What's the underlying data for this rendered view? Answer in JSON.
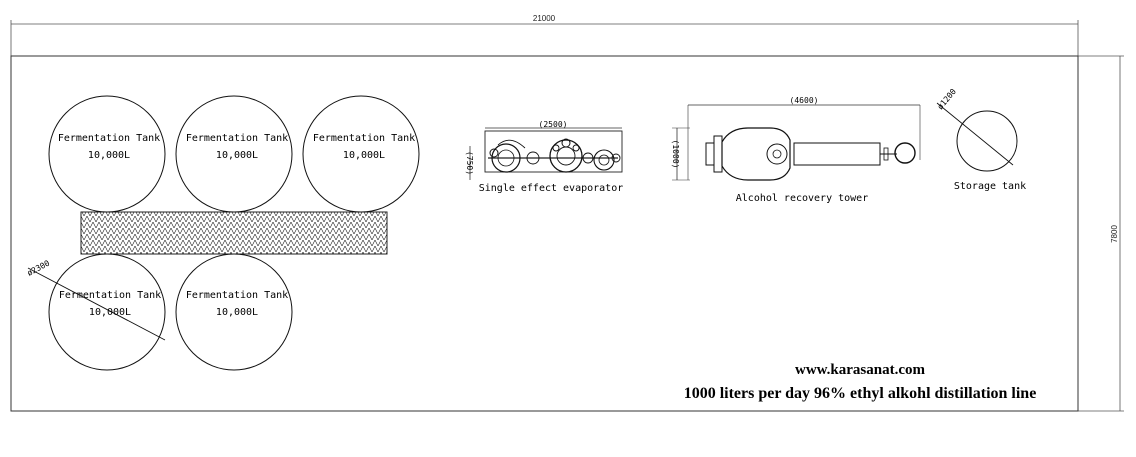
{
  "dimensions": {
    "overall_width": "21000",
    "overall_height": "7800",
    "tank_diameter": "ø2300",
    "evaporator_width": "(2500)",
    "evaporator_height": "(750)",
    "tower_width": "(4600)",
    "tower_height": "(1000)",
    "storage_diameter": "ø1200"
  },
  "tanks": [
    {
      "name": "Fermentation Tank",
      "capacity": "10,000L"
    },
    {
      "name": "Fermentation Tank",
      "capacity": "10,000L"
    },
    {
      "name": "Fermentation Tank",
      "capacity": "10,000L"
    },
    {
      "name": "Fermentation Tank",
      "capacity": "10,000L"
    },
    {
      "name": "Fermentation Tank",
      "capacity": "10,000L"
    }
  ],
  "equipment": {
    "evaporator_label": "Single effect evaporator",
    "tower_label": "Alcohol recovery tower",
    "storage_label": "Storage tank"
  },
  "footer": {
    "website": "www.karasanat.com",
    "title": "1000 liters per day 96% ethyl alkohl distillation line"
  }
}
